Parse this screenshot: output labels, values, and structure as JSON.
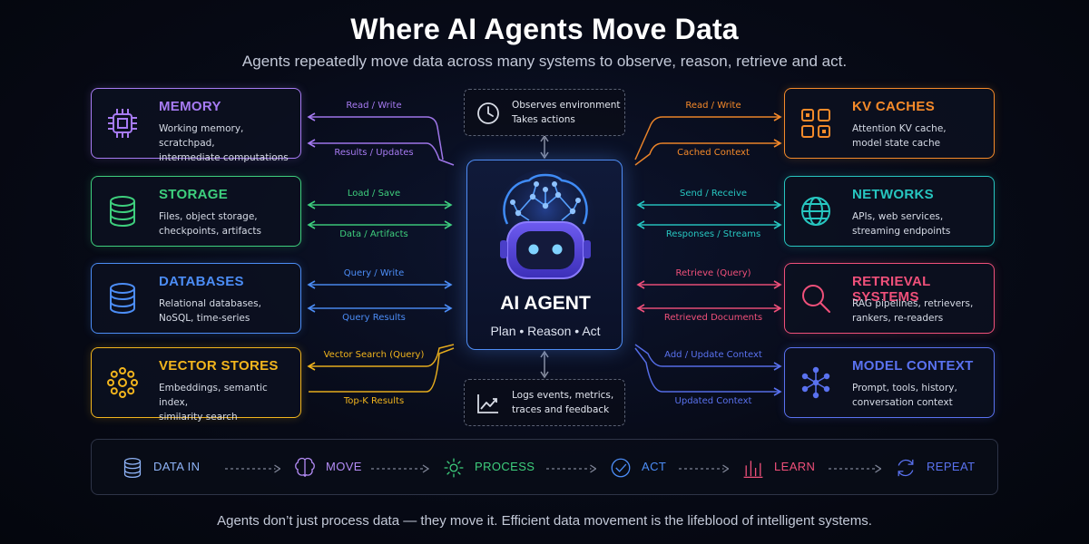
{
  "title": "Where AI Agents Move Data",
  "subtitle": "Agents repeatedly move data across many systems to observe, reason, retrieve and act.",
  "footer": "Agents don’t just process data — they move it.  Efficient data movement is the lifeblood of intelligent systems.",
  "agent": {
    "name": "AI AGENT",
    "tagline": "Plan • Reason • Act"
  },
  "observe_box": {
    "text": "Observes environment\nTakes actions",
    "icon": "clock-icon"
  },
  "log_box": {
    "text": "Logs events, metrics,\ntraces and feedback",
    "icon": "trend-chart-icon"
  },
  "left_cards": [
    {
      "title": "MEMORY",
      "desc": "Working memory, scratchpad,\nintermediate computations",
      "color": "#a77bf3",
      "icon": "chip-icon",
      "top_label": "Read / Write",
      "bottom_label": "Results / Updates"
    },
    {
      "title": "STORAGE",
      "desc": "Files, object storage,\ncheckpoints, artifacts",
      "color": "#3ecf7d",
      "icon": "storage-cylinder-icon",
      "top_label": "Load / Save",
      "bottom_label": "Data / Artifacts"
    },
    {
      "title": "DATABASES",
      "desc": "Relational databases,\nNoSQL, time-series",
      "color": "#4c8df6",
      "icon": "database-icon",
      "top_label": "Query / Write",
      "bottom_label": "Query Results"
    },
    {
      "title": "VECTOR STORES",
      "desc": "Embeddings, semantic index,\nsimilarity search",
      "color": "#f2b51d",
      "icon": "vector-dots-icon",
      "top_label": "Vector Search (Query)",
      "bottom_label": "Top-K Results"
    }
  ],
  "right_cards": [
    {
      "title": "KV CACHES",
      "desc": "Attention KV cache,\nmodel state cache",
      "color": "#f58a2a",
      "icon": "grid-cache-icon",
      "top_label": "Read / Write",
      "bottom_label": "Cached Context"
    },
    {
      "title": "NETWORKS",
      "desc": "APIs, web services,\nstreaming endpoints",
      "color": "#27c6c0",
      "icon": "globe-icon",
      "top_label": "Send / Receive",
      "bottom_label": "Responses / Streams"
    },
    {
      "title": "RETRIEVAL SYSTEMS",
      "desc": "RAG pipelines, retrievers,\nrankers, re-readers",
      "color": "#f0507a",
      "icon": "magnifier-icon",
      "top_label": "Retrieve (Query)",
      "bottom_label": "Retrieved Documents"
    },
    {
      "title": "MODEL CONTEXT",
      "desc": "Prompt, tools, history,\nconversation context",
      "color": "#5a72f0",
      "icon": "network-nodes-icon",
      "top_label": "Add / Update Context",
      "bottom_label": "Updated Context"
    }
  ],
  "flow_steps": [
    {
      "label": "DATA IN",
      "color": "#8fb4f8",
      "icon": "database-icon"
    },
    {
      "label": "MOVE",
      "color": "#b48cf6",
      "icon": "brain-icon"
    },
    {
      "label": "PROCESS",
      "color": "#3ecf7d",
      "icon": "gear-icon"
    },
    {
      "label": "ACT",
      "color": "#4c8df6",
      "icon": "check-circle-icon"
    },
    {
      "label": "LEARN",
      "color": "#f0507a",
      "icon": "bar-chart-icon"
    },
    {
      "label": "REPEAT",
      "color": "#5a72f0",
      "icon": "refresh-icon"
    }
  ]
}
